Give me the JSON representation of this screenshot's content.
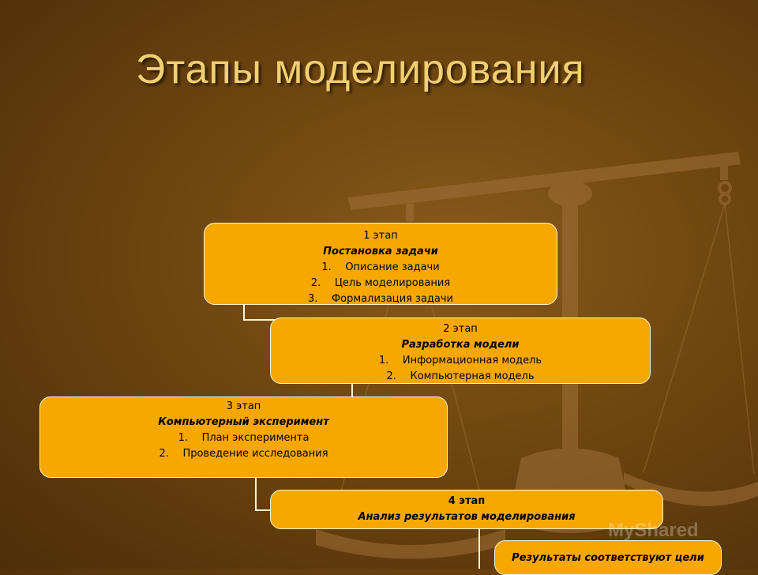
{
  "slide": {
    "title": "Этапы моделирования"
  },
  "stages": [
    {
      "stage": "1 этап",
      "name": "Постановка задачи",
      "items": [
        {
          "num": "1.",
          "text": "Описание задачи"
        },
        {
          "num": "2.",
          "text": "Цель моделирования"
        },
        {
          "num": "3.",
          "text": "Формализация задачи"
        }
      ]
    },
    {
      "stage": "2 этап",
      "name": "Разработка модели",
      "items": [
        {
          "num": "1.",
          "text": "Информационная модель"
        },
        {
          "num": "2.",
          "text": "Компьютерная модель"
        }
      ]
    },
    {
      "stage": "3 этап",
      "name": "Компьютерный эксперимент",
      "items": [
        {
          "num": "1.",
          "text": "План эксперимента"
        },
        {
          "num": "2.",
          "text": "Проведение исследования"
        }
      ]
    },
    {
      "stage": "4 этап",
      "name": "Анализ результатов моделирования",
      "items": []
    }
  ],
  "result": "Результаты соответствуют цели",
  "watermark": "MyShared",
  "colors": {
    "box_fill": "#f7a800",
    "box_border": "#fff4d0",
    "title": "#f0d070",
    "background": "#6e4510"
  }
}
